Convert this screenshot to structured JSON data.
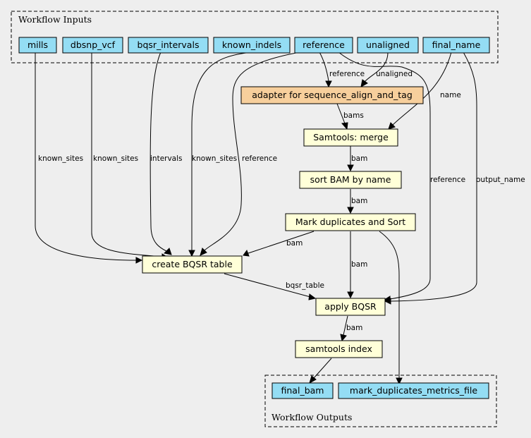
{
  "clusters": {
    "inputs_title": "Workflow Inputs",
    "outputs_title": "Workflow Outputs"
  },
  "inputs": {
    "mills": "mills",
    "dbsnp_vcf": "dbsnp_vcf",
    "bqsr_intervals": "bqsr_intervals",
    "known_indels": "known_indels",
    "reference": "reference",
    "unaligned": "unaligned",
    "final_name": "final_name"
  },
  "steps": {
    "adapter": "adapter for sequence_align_and_tag",
    "merge": "Samtools: merge",
    "sort": "sort BAM by name",
    "markdup": "Mark duplicates and Sort",
    "bqsr_table": "create BQSR table",
    "apply_bqsr": "apply BQSR",
    "index": "samtools index"
  },
  "outputs": {
    "final_bam": "final_bam",
    "metrics": "mark_duplicates_metrics_file"
  },
  "edge_labels": {
    "ref_adapter": "reference",
    "unaligned_adapter": "unaligned",
    "name_merge": "name",
    "bams": "bams",
    "mills_ks": "known_sites",
    "dbsnp_ks": "known_sites",
    "intervals": "intervals",
    "indels_ks": "known_sites",
    "ref_bqsr": "reference",
    "ref_apply": "reference",
    "output_name": "output_name",
    "merge_sort": "bam",
    "sort_markdup": "bam",
    "markdup_bqsr": "bam",
    "markdup_apply": "bam",
    "bqsr_table": "bqsr_table",
    "apply_index": "bam"
  },
  "colors": {
    "input_fill": "#94ddf4",
    "adapter_fill": "#f7cf9c",
    "step_fill": "#ffffd8",
    "background": "#eeeeee"
  }
}
